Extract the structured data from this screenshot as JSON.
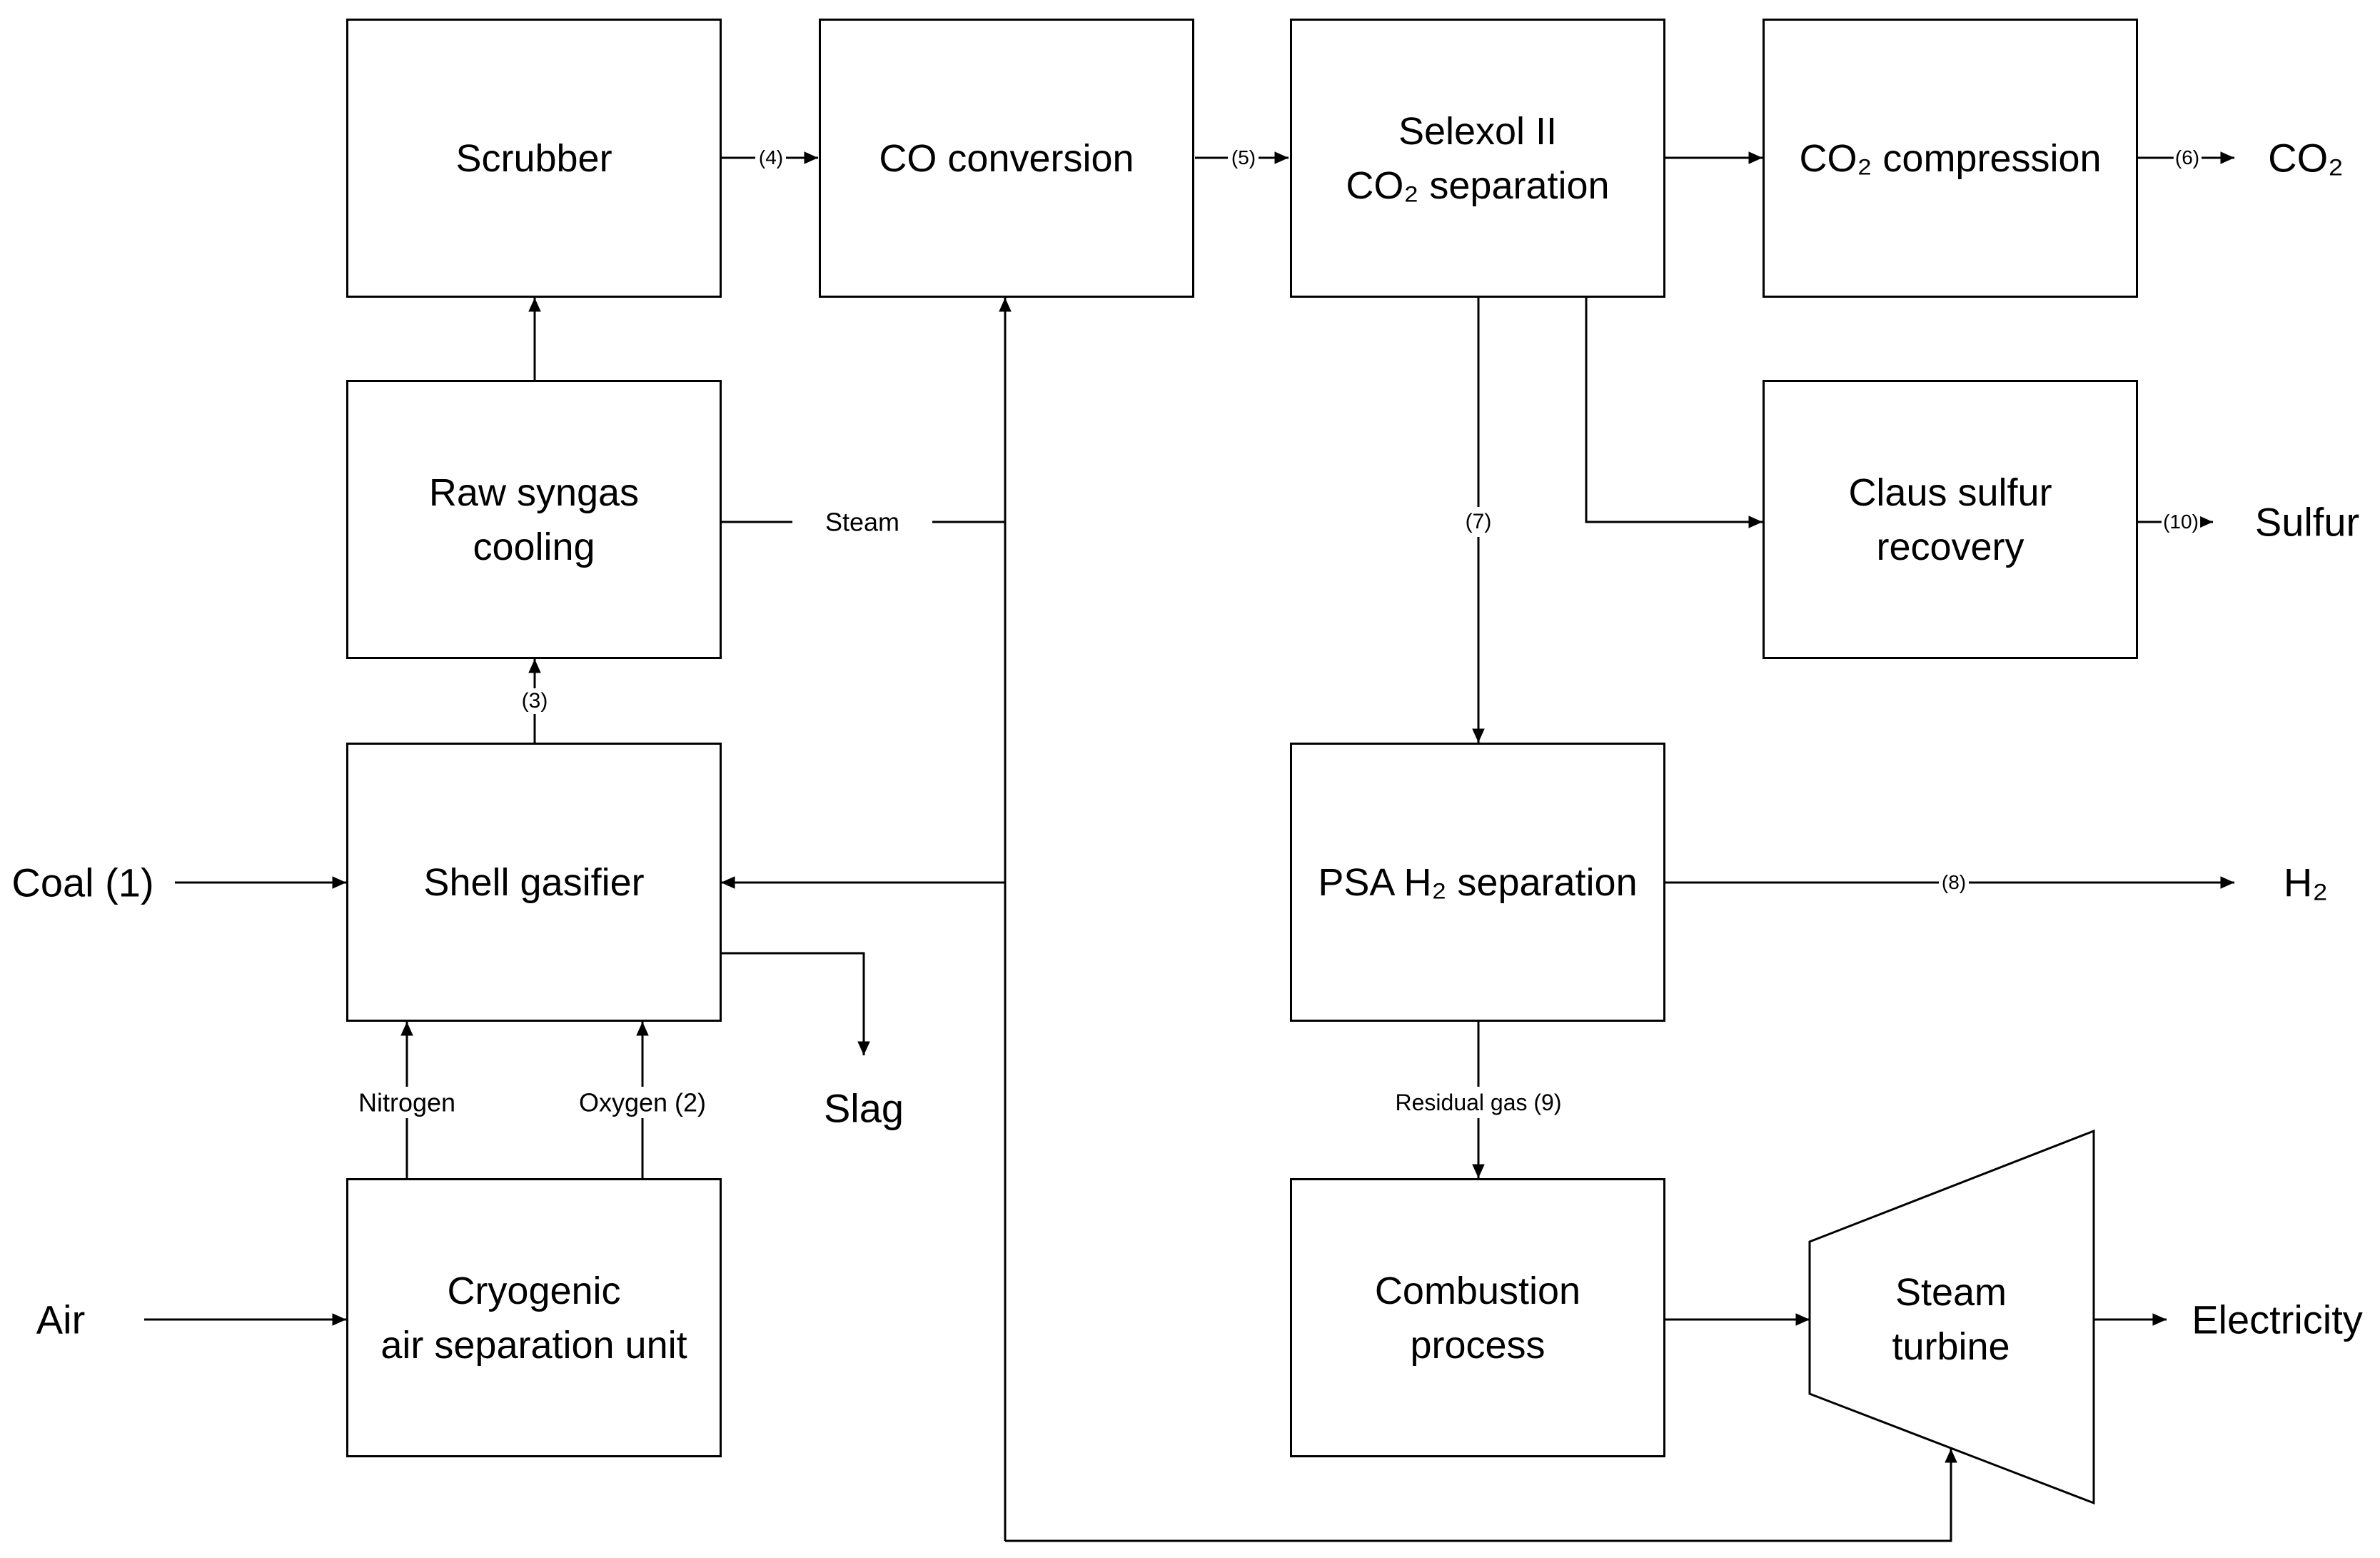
{
  "boxes": {
    "scrubber": {
      "lines": [
        "Scrubber"
      ]
    },
    "co_conversion": {
      "lines": [
        "CO conversion"
      ]
    },
    "selexol": {
      "lines": [
        "Selexol II",
        "CO₂ separation"
      ]
    },
    "co2_compression": {
      "lines": [
        "CO₂ compression"
      ]
    },
    "raw_syngas_cooling": {
      "lines": [
        "Raw syngas",
        "cooling"
      ]
    },
    "claus": {
      "lines": [
        "Claus sulfur",
        "recovery"
      ]
    },
    "shell_gasifier": {
      "lines": [
        "Shell gasifier"
      ]
    },
    "psa": {
      "lines": [
        "PSA H₂ separation"
      ]
    },
    "cryogenic_asu": {
      "lines": [
        "Cryogenic",
        "air separation unit"
      ]
    },
    "combustion": {
      "lines": [
        "Combustion",
        "process"
      ]
    },
    "steam_turbine": {
      "lines": [
        "Steam",
        "turbine"
      ]
    }
  },
  "inputs": {
    "coal": "Coal (1)",
    "air": "Air"
  },
  "outputs": {
    "co2": "CO₂",
    "sulfur": "Sulfur",
    "h2": "H₂",
    "slag": "Slag",
    "electricity": "Electricity"
  },
  "stream_labels": {
    "s3": "(3)",
    "s4": "(4)",
    "s5": "(5)",
    "s6": "(6)",
    "s7": "(7)",
    "s8": "(8)",
    "s9": "Residual gas (9)",
    "s10": "(10)",
    "steam": "Steam",
    "nitrogen": "Nitrogen",
    "oxygen": "Oxygen (2)"
  }
}
